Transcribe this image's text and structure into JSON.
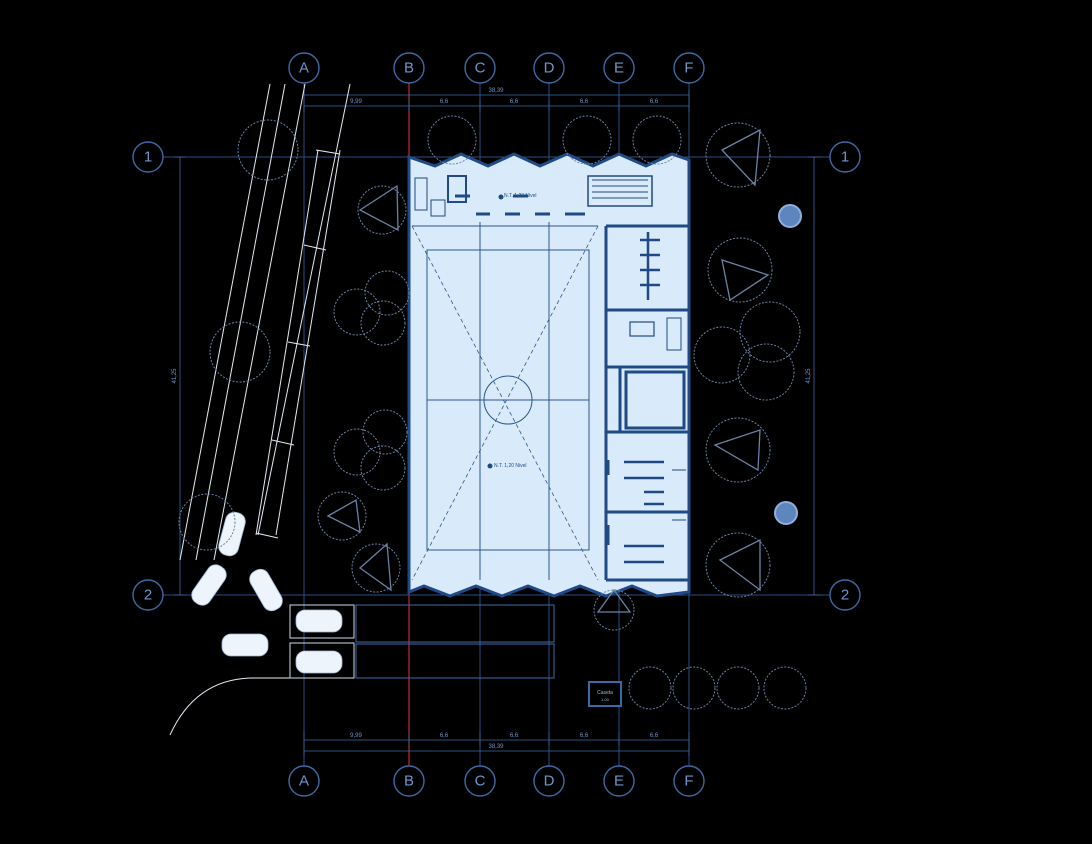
{
  "grid": {
    "columns": [
      "A",
      "B",
      "C",
      "D",
      "E",
      "F"
    ],
    "rows": [
      "1",
      "2"
    ]
  },
  "dimensions": {
    "top_total": "38,39",
    "top_segments": [
      "9,99",
      "6,6",
      "6,6",
      "6,6",
      "6,6"
    ],
    "bottom_total": "38,39",
    "bottom_segments": [
      "9,99",
      "6,6",
      "6,6",
      "6,6",
      "6,6"
    ],
    "left_height": "41,25",
    "right_height": "41,25"
  },
  "labels": {
    "upper_level": "N.T. 1,20 Nivel",
    "court_level": "N.T. 1,20 Nivel",
    "annex_title": "Caseta",
    "annex_sub": "1.00"
  },
  "colors": {
    "building_fill": "#d9ebfb",
    "grid": "#2a4f86",
    "bubble": "#3d6aa6",
    "red_axis": "#d0303a",
    "tree": "#6b83a6"
  }
}
